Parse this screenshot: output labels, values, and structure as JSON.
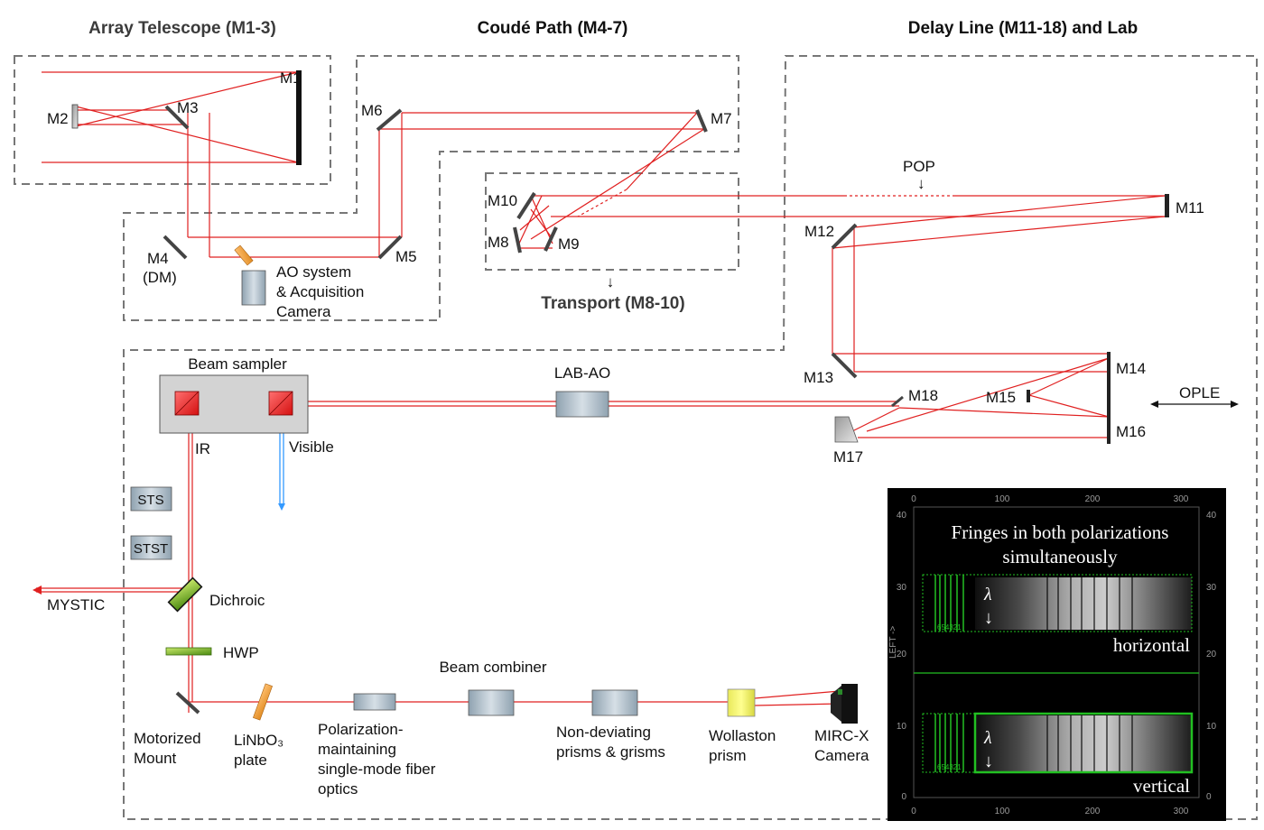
{
  "sections": {
    "array_telescope": "Array Telescope (M1-3)",
    "coude_path": "Coudé Path (M4-7)",
    "delay_line": "Delay Line (M11-18) and Lab",
    "transport": "Transport (M8-10)"
  },
  "mirrors": {
    "m1": "M1",
    "m2": "M2",
    "m3": "M3",
    "m4": "M4",
    "m4_sub": "(DM)",
    "m5": "M5",
    "m6": "M6",
    "m7": "M7",
    "m8": "M8",
    "m9": "M9",
    "m10": "M10",
    "m11": "M11",
    "m12": "M12",
    "m13": "M13",
    "m14": "M14",
    "m15": "M15",
    "m16": "M16",
    "m17": "M17",
    "m18": "M18"
  },
  "labels": {
    "ao_line1": "AO system",
    "ao_line2": "& Acquisition",
    "ao_line3": "Camera",
    "pop": "POP",
    "beam_sampler": "Beam sampler",
    "ir": "IR",
    "visible": "Visible",
    "lab_ao": "LAB-AO",
    "ople": "OPLE",
    "sts": "STS",
    "stst": "STST",
    "mystic": "MYSTIC",
    "dichroic": "Dichroic",
    "hwp": "HWP",
    "beam_combiner": "Beam combiner",
    "motorized_1": "Motorized",
    "motorized_2": "Mount",
    "linbo3_1": "LiNbO₃",
    "linbo3_2": "plate",
    "pm_1": "Polarization-",
    "pm_2": "maintaining",
    "pm_3": "single-mode fiber",
    "pm_4": "optics",
    "nd_1": "Non-deviating",
    "nd_2": "prisms & grisms",
    "wollaston_1": "Wollaston",
    "wollaston_2": "prism",
    "mirc_1": "MIRC-X",
    "mirc_2": "Camera"
  },
  "inset": {
    "title_line1": "Fringes in both polarizations",
    "title_line2": "simultaneously",
    "lambda": "λ",
    "arrow": "↓",
    "horizontal": "horizontal",
    "vertical": "vertical",
    "y_axis_label": "LEFT ->",
    "x_ticks": [
      "0",
      "100",
      "200",
      "300"
    ],
    "y_ticks": [
      "40",
      "30",
      "20",
      "10",
      "0"
    ],
    "channel_digits": "654321"
  },
  "colors": {
    "beam": "#e02020",
    "visible_beam": "#3399ff",
    "mirror": "#c8c8c8",
    "dash": "#777777",
    "inset_bg": "#000000",
    "inset_green": "#22c022"
  }
}
